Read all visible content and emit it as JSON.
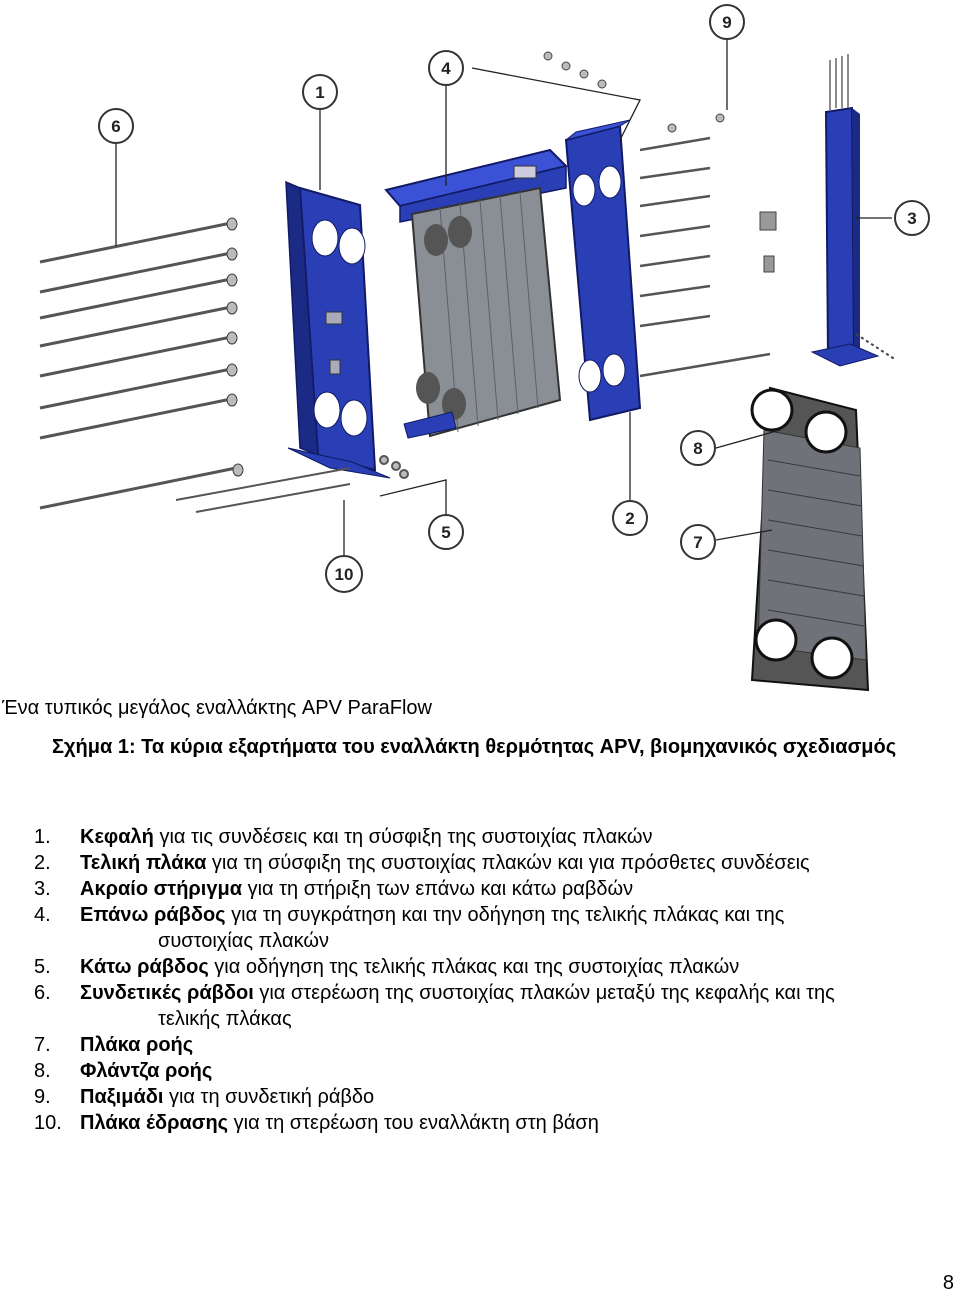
{
  "figure": {
    "callouts": [
      "1",
      "2",
      "3",
      "4",
      "5",
      "6",
      "7",
      "8",
      "9",
      "10"
    ],
    "colors": {
      "frame_blue": "#2a3fb5",
      "plate_grey": "#8a8f96",
      "gasket_dark": "#3a3a3a"
    }
  },
  "caption": "Ένα τυπικός μεγάλος εναλλάκτης APV ParaFlow",
  "figure_title": "Σχήμα 1: Τα κύρια εξαρτήματα του εναλλάκτη θερμότητας APV, βιομηχανικός σχεδιασμός",
  "parts": [
    {
      "num": "1.",
      "name": "Κεφαλή",
      "desc": " για τις συνδέσεις και τη σύσφιξη της συστοιχίας πλακών",
      "cont": ""
    },
    {
      "num": "2.",
      "name": "Τελική πλάκα",
      "desc": " για τη σύσφιξη της συστοιχίας πλακών και για πρόσθετες συνδέσεις",
      "cont": ""
    },
    {
      "num": "3.",
      "name": "Ακραίο στήριγμα",
      "desc": " για τη στήριξη των επάνω και κάτω ραβδών",
      "cont": ""
    },
    {
      "num": "4.",
      "name": "Επάνω ράβδος",
      "desc": " για τη συγκράτηση και την οδήγηση της τελικής πλάκας και της",
      "cont": "συστοιχίας πλακών"
    },
    {
      "num": "5.",
      "name": "Κάτω ράβδος",
      "desc": " για οδήγηση της τελικής πλάκας και της συστοιχίας πλακών",
      "cont": ""
    },
    {
      "num": "6.",
      "name": "Συνδετικές ράβδοι",
      "desc": " για στερέωση της συστοιχίας πλακών μεταξύ της κεφαλής και της",
      "cont": "τελικής πλάκας"
    },
    {
      "num": "7.",
      "name": "Πλάκα ροής",
      "desc": "",
      "cont": ""
    },
    {
      "num": "8.",
      "name": "Φλάντζα ροής",
      "desc": "",
      "cont": ""
    },
    {
      "num": "9.",
      "name": "Παξιμάδι",
      "desc": " για τη συνδετική ράβδο",
      "cont": ""
    },
    {
      "num": "10.",
      "name": "Πλάκα έδρασης",
      "desc": " για τη στερέωση του εναλλάκτη στη βάση",
      "cont": ""
    }
  ],
  "page_number": "8"
}
